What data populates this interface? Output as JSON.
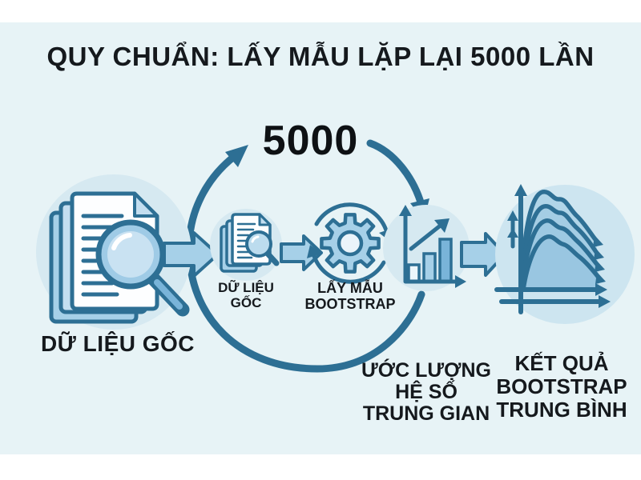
{
  "title": "QUY CHUẨN: LẤY MẪU LẶP LẠI 5000 LẦN",
  "loop": {
    "iterations": "5000"
  },
  "nodes": {
    "source": {
      "label": "DỮ LIỆU GỐC"
    },
    "sample": {
      "label": "DỮ LIỆU\nGỐC"
    },
    "resample": {
      "label": "LẤY MẪU\nBOOTSTRAP"
    },
    "estimate": {
      "label": "ƯỚC LƯỢNG\nHỆ SỐ\nTRUNG GIAN"
    },
    "result": {
      "label": "KẾT QUẢ\nBOOTSTRAP\nTRUNG BÌNH"
    }
  },
  "icons": {
    "source": "document-stack-magnifier-icon",
    "sample": "document-magnifier-icon",
    "resample": "gear-sync-icon",
    "estimate": "bar-chart-icon",
    "result": "distribution-curves-icon",
    "flow": "block-arrow-icon",
    "loop": "cycle-arrow-icon"
  },
  "colors": {
    "page_background": "#ffffff",
    "canvas_background": "#e7f3f6",
    "ink": "#15191d",
    "stroke_teal": "#2d6f94",
    "fill_light_blue": "#a6d0e8",
    "fill_medium_blue": "#79b4d9",
    "fill_pale_circle": "#d6e9f1"
  }
}
